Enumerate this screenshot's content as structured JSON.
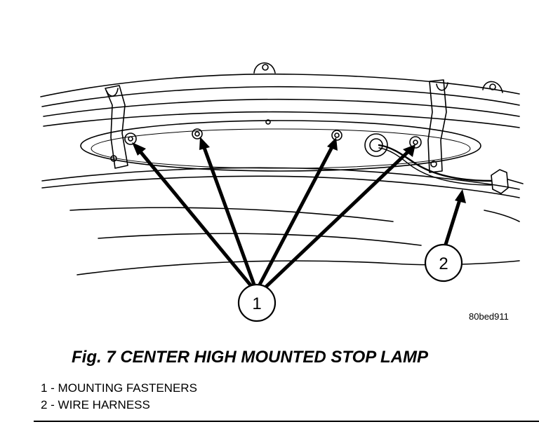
{
  "figure": {
    "caption": "Fig. 7 CENTER HIGH MOUNTED STOP LAMP",
    "code": "80bed911",
    "callouts": [
      {
        "number": "1",
        "label": "MOUNTING FASTENERS"
      },
      {
        "number": "2",
        "label": "WIRE HARNESS"
      }
    ],
    "legend": [
      "1 - MOUNTING FASTENERS",
      "2 - WIRE HARNESS"
    ]
  }
}
